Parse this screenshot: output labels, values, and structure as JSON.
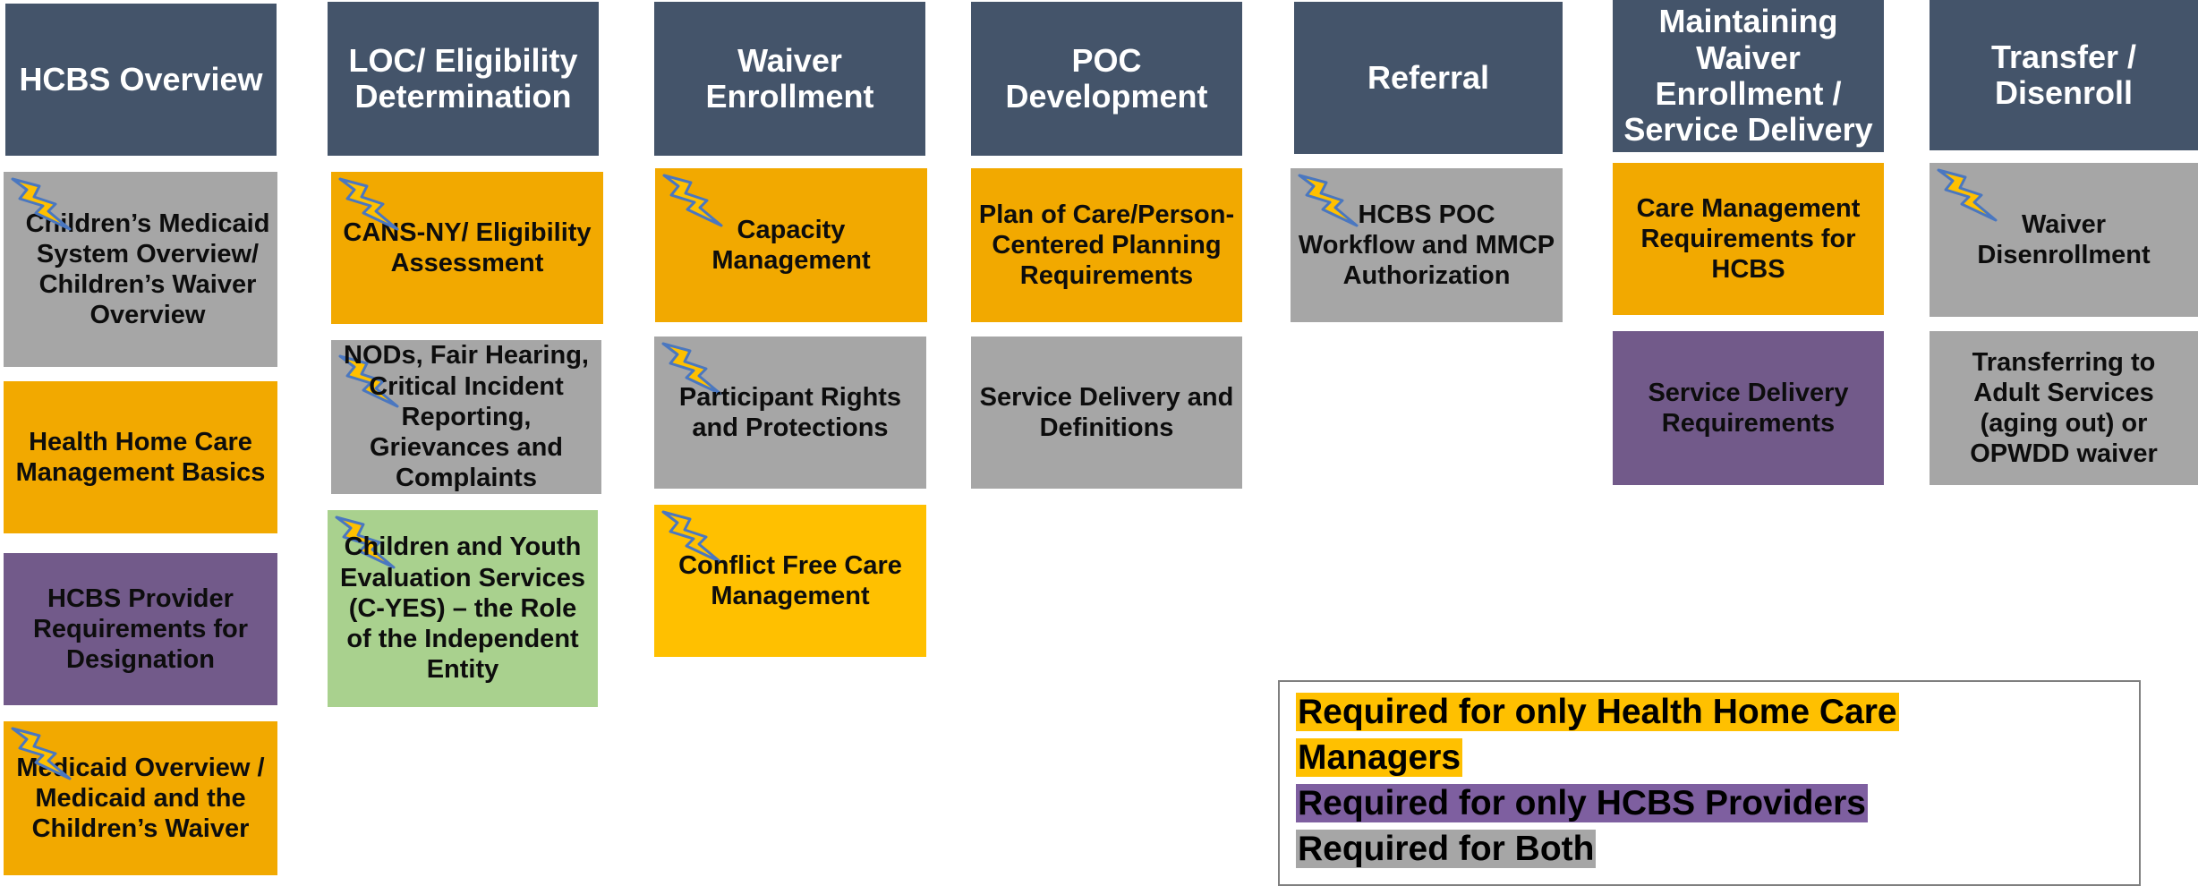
{
  "colors": {
    "header": "#44546a",
    "gray": "#a6a6a6",
    "orange": "#f2a900",
    "yellow": "#ffc000",
    "purple": "#725a8a",
    "green": "#a9d18e",
    "bolt_fill": "#ffc000",
    "bolt_stroke": "#4a77c0"
  },
  "headers": {
    "hcbs_overview": "HCBS Overview",
    "loc_eligibility": "LOC/ Eligibility Determination",
    "waiver_enrollment": "Waiver Enrollment",
    "poc_development": "POC Development",
    "referral": "Referral",
    "maintaining": "Maintaining Waiver Enrollment / Service Delivery",
    "transfer": "Transfer / Disenroll"
  },
  "modules": {
    "childrens_medicaid_system": "Children’s Medicaid System Overview/ Children’s Waiver Overview",
    "health_home_basics": "Health Home Care Management Basics",
    "hcbs_provider_requirements": "HCBS Provider Requirements for Designation",
    "medicaid_overview": "Medicaid Overview / Medicaid and the Children’s Waiver",
    "cans_ny": "CANS-NY/ Eligibility Assessment",
    "nods_fair_hearing": "NODs, Fair Hearing, Critical Incident Reporting, Grievances and Complaints",
    "c_yes": "Children and Youth Evaluation Services (C-YES) – the Role of the Independent Entity",
    "capacity_management": "Capacity Management",
    "participant_rights": "Participant Rights and Protections",
    "conflict_free": "Conflict Free Care Management",
    "plan_of_care": "Plan of Care/Person-Centered Planning Requirements",
    "service_delivery_definitions": "Service Delivery and Definitions",
    "hcbs_poc_workflow": "HCBS POC Workflow and MMCP Authorization",
    "care_management_requirements": "Care Management Requirements for HCBS",
    "service_delivery_requirements": "Service Delivery Requirements",
    "waiver_disenrollment": "Waiver Disenrollment",
    "transferring_adult": "Transferring to Adult Services (aging out) or OPWDD waiver"
  },
  "legend": {
    "health_home_line1": "Required for only Health Home Care",
    "health_home_line2": "Managers",
    "hcbs_providers": "Required for only HCBS Providers",
    "both": "Required for Both"
  },
  "icons": {
    "new_module": "lightning-bolt-icon"
  }
}
